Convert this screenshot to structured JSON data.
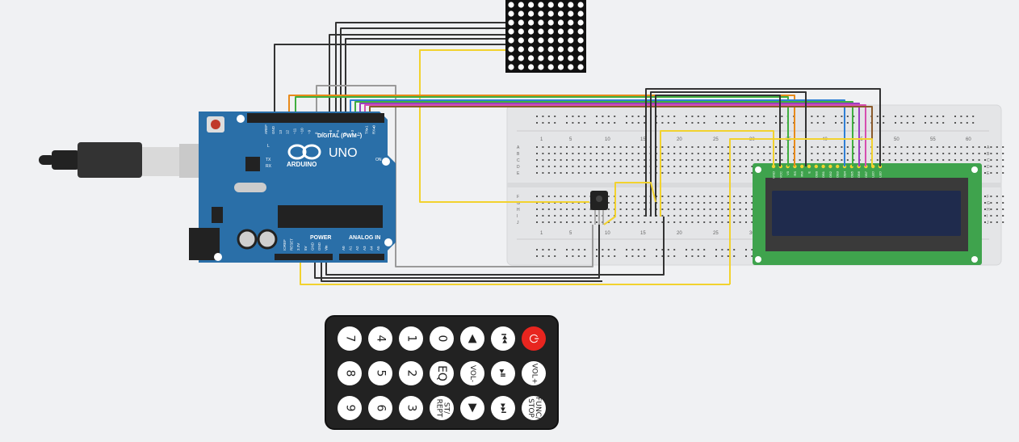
{
  "arduino": {
    "brand": "ARDUINO",
    "model": "UNO",
    "digital_label": "DIGITAL (PWM~)",
    "power_label": "POWER",
    "analog_label": "ANALOG IN",
    "on_label": "ON",
    "tx_label": "TX",
    "rx_label": "RX",
    "l_label": "L",
    "top_pins": [
      "AREF",
      "GND",
      "13",
      "12",
      "~11",
      "~10",
      "~9",
      "8",
      "7",
      "~6",
      "~5",
      "4",
      "~3",
      "2",
      "TX▸1",
      "RX◂0"
    ],
    "power_pins": [
      "IOREF",
      "RESET",
      "3.3V",
      "5V",
      "GND",
      "GND",
      "Vin"
    ],
    "analog_pins": [
      "A0",
      "A1",
      "A2",
      "A3",
      "A4",
      "A5"
    ]
  },
  "breadboard": {
    "col_numbers": [
      "1",
      "5",
      "10",
      "15",
      "20",
      "25",
      "30",
      "35",
      "40",
      "45",
      "50",
      "55",
      "60"
    ],
    "row_letters_top": [
      "A",
      "B",
      "C",
      "D",
      "E"
    ],
    "row_letters_bottom": [
      "F",
      "G",
      "H",
      "I",
      "J"
    ]
  },
  "lcd": {
    "pins": [
      "GND",
      "VCC",
      "V0",
      "RS",
      "RW",
      "E",
      "DB0",
      "DB1",
      "DB2",
      "DB3",
      "DB4",
      "DB5",
      "DB6",
      "DB7",
      "LED",
      "LED"
    ]
  },
  "remote": {
    "buttons": [
      {
        "label": "7",
        "icon": "",
        "kind": "digit"
      },
      {
        "label": "4",
        "icon": "",
        "kind": "digit"
      },
      {
        "label": "1",
        "icon": "",
        "kind": "digit"
      },
      {
        "label": "0",
        "icon": "",
        "kind": "digit"
      },
      {
        "label": "",
        "icon": "◀",
        "kind": "prev"
      },
      {
        "label": "",
        "icon": "⏮",
        "kind": "up"
      },
      {
        "label": "",
        "icon": "⏻",
        "kind": "power"
      },
      {
        "label": "8",
        "icon": "",
        "kind": "digit"
      },
      {
        "label": "5",
        "icon": "",
        "kind": "digit"
      },
      {
        "label": "2",
        "icon": "",
        "kind": "digit"
      },
      {
        "label": "EQ",
        "icon": "",
        "kind": "eq"
      },
      {
        "label": "VOL-",
        "icon": "",
        "kind": "vol-down"
      },
      {
        "label": "",
        "icon": "⏯",
        "kind": "play-pause"
      },
      {
        "label": "VOL+",
        "icon": "",
        "kind": "vol-up"
      },
      {
        "label": "9",
        "icon": "",
        "kind": "digit"
      },
      {
        "label": "6",
        "icon": "",
        "kind": "digit"
      },
      {
        "label": "3",
        "icon": "",
        "kind": "digit"
      },
      {
        "label": "ST/\nREPT",
        "icon": "",
        "kind": "st-rept"
      },
      {
        "label": "",
        "icon": "▶",
        "kind": "next"
      },
      {
        "label": "",
        "icon": "⏭",
        "kind": "down"
      },
      {
        "label": "FUNC/\nSTOP",
        "icon": "",
        "kind": "func-stop"
      }
    ]
  },
  "colors": {
    "background": "#f0f1f3",
    "arduino_board": "#2a6fa8",
    "breadboard": "#e4e5e7",
    "lcd_board": "#3fa34d",
    "lcd_screen": "#1f2b4d",
    "wire_yellow": "#f2d22e",
    "wire_black": "#333333",
    "wire_gray": "#9a9a9a",
    "wire_orange": "#e88a1a",
    "wire_green": "#3fae3f",
    "wire_purple": "#9b3fc0",
    "wire_pink": "#d64fb0",
    "wire_blue": "#2f7fd6",
    "wire_brown": "#8a5a2b",
    "remote_power": "#e8251f"
  }
}
